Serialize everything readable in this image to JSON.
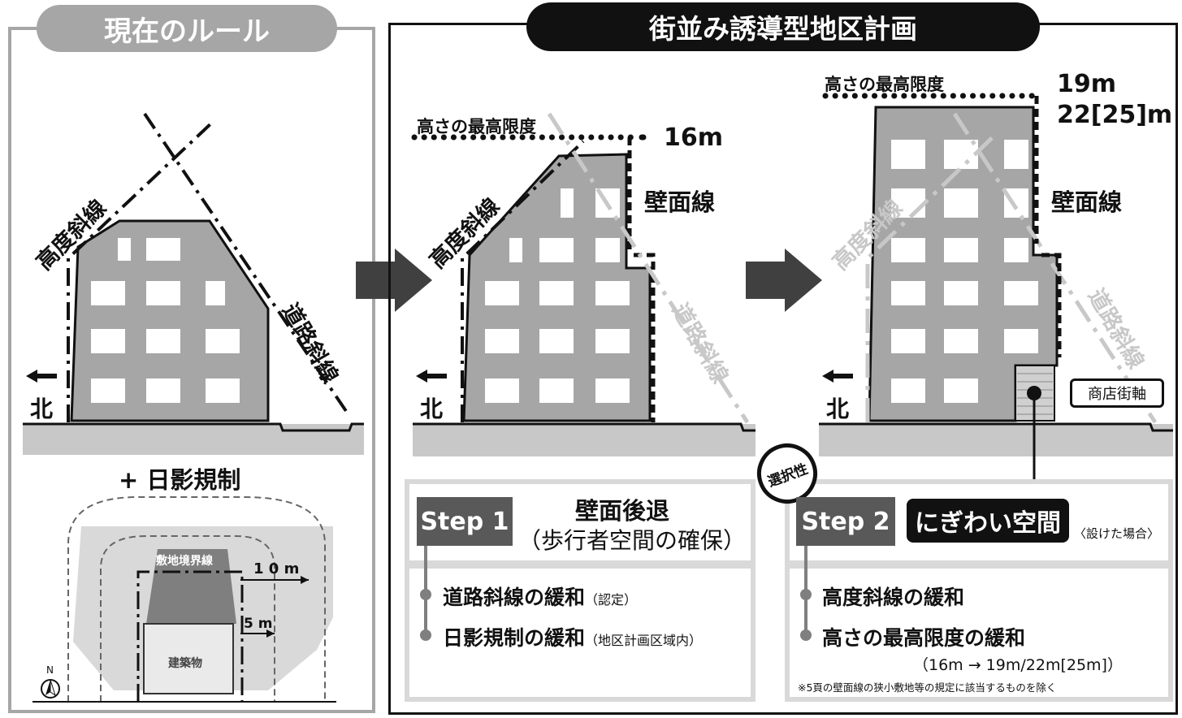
{
  "left": {
    "title": "現在のルール",
    "kodo_label": "高度斜線",
    "doro_label": "道路斜線",
    "north_label": "北",
    "nichiei_label": "+ 日影規制",
    "site_boundary_label": "敷地境界線",
    "building_label": "建築物",
    "dist_10": "1 0 m",
    "dist_5": "5 m",
    "compass_n": "N"
  },
  "right": {
    "title": "街並み誘導型地区計画"
  },
  "mid": {
    "max_height_label": "高さの最高限度",
    "height_value": "16m",
    "wall_label": "壁面線",
    "kodo_label": "高度斜線",
    "doro_label": "道路斜線",
    "north_label": "北"
  },
  "far": {
    "max_height_label": "高さの最高限度",
    "height_value_1": "19m",
    "height_value_2": "22[25]m",
    "wall_label": "壁面線",
    "kodo_label": "高度斜線",
    "doro_label": "道路斜線",
    "north_label": "北",
    "shop_label": "商店街軸"
  },
  "step1": {
    "badge": "Step 1",
    "title": "壁面後退",
    "subtitle": "（歩行者空間の確保）",
    "items": [
      {
        "main": "道路斜線の緩和",
        "note": "（認定）"
      },
      {
        "main": "日影規制の緩和",
        "note": "（地区計画区域内）"
      }
    ]
  },
  "step2": {
    "badge": "Step 2",
    "selectivity": "選択性",
    "title": "にぎわい空間",
    "title_note": "〈設けた場合〉",
    "items": [
      {
        "main": "高度斜線の緩和"
      },
      {
        "main": "高さの最高限度の緩和"
      }
    ],
    "range": "（16m → 19m/22m[25m]）",
    "footnote": "※5頁の壁面線の狭小敷地等の規定に該当するものを除く"
  },
  "colors": {
    "building": "#a6a6a6",
    "ground": "#c8c8c8",
    "panel_border_left": "#a6a6a6",
    "dark": "#111111",
    "step_badge": "#595959"
  }
}
